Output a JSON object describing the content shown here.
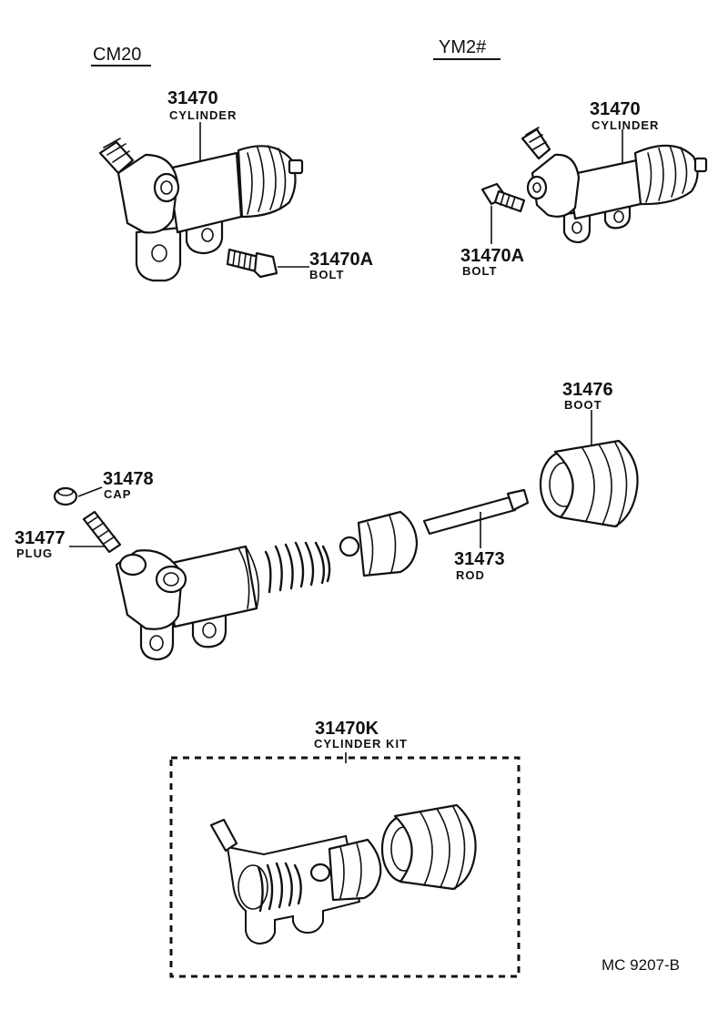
{
  "headers": {
    "left": "CM20",
    "right": "YM2#"
  },
  "callouts": {
    "cyl_left": {
      "number": "31470",
      "name": "CYLINDER"
    },
    "bolt_left": {
      "number": "31470A",
      "name": "BOLT"
    },
    "cyl_right": {
      "number": "31470",
      "name": "CYLINDER"
    },
    "bolt_right": {
      "number": "31470A",
      "name": "BOLT"
    },
    "boot": {
      "number": "31476",
      "name": "BOOT"
    },
    "cap": {
      "number": "31478",
      "name": "CAP"
    },
    "plug": {
      "number": "31477",
      "name": "PLUG"
    },
    "rod": {
      "number": "31473",
      "name": "ROD"
    },
    "kit": {
      "number": "31470K",
      "name": "CYLINDER KIT"
    }
  },
  "footer": {
    "code": "MC  9207-B"
  }
}
